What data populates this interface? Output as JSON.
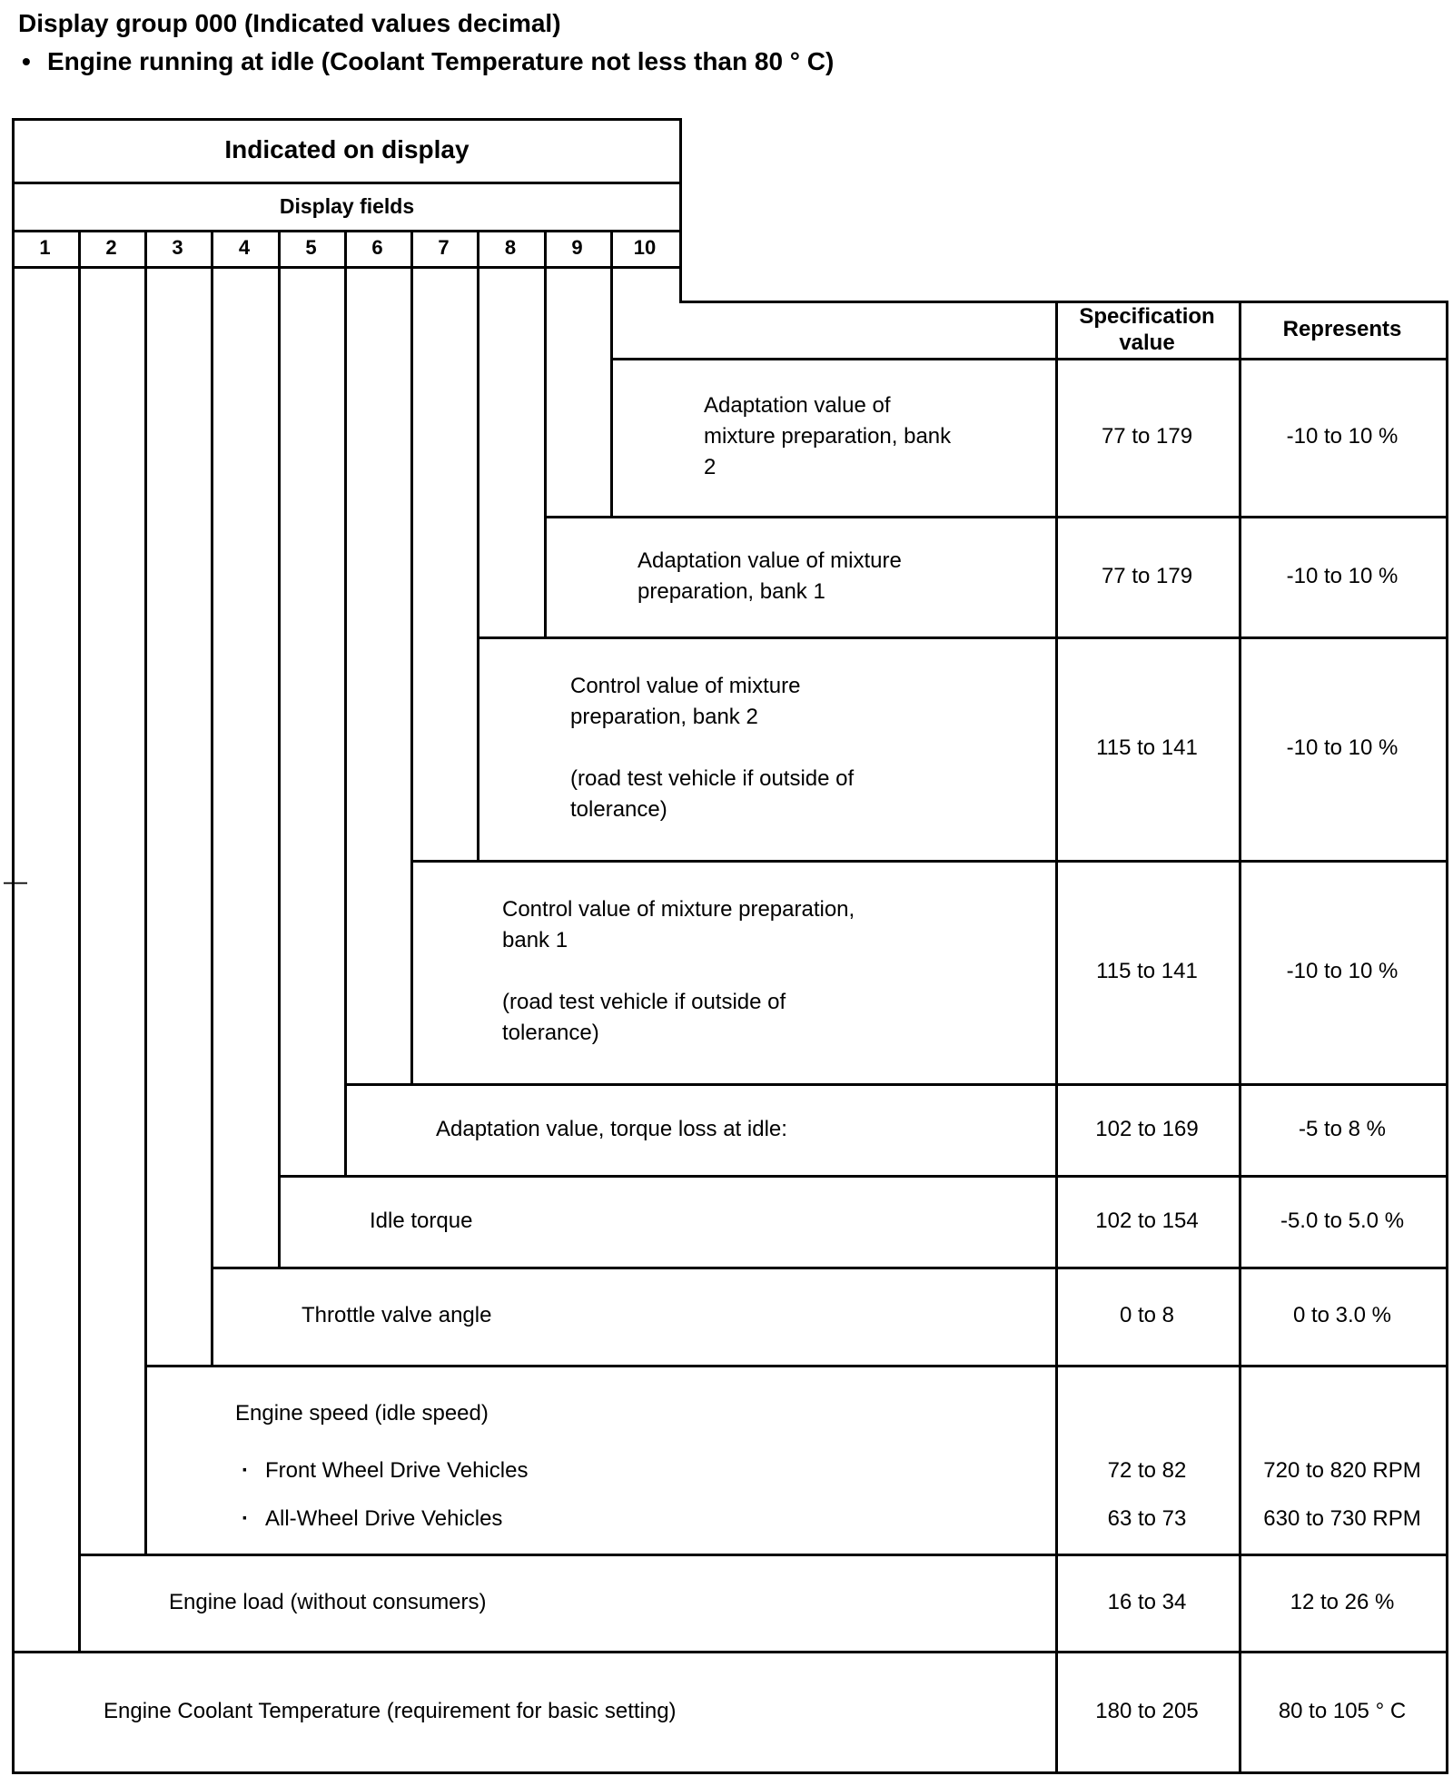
{
  "page": {
    "title": "Display group 000 (Indicated values decimal)",
    "condition_bullet": "•",
    "condition_text": "Engine running at idle (Coolant Temperature not less than 80 ° C)",
    "margin_dash": "—"
  },
  "table": {
    "indicated_on_display": "Indicated on display",
    "display_fields": "Display fields",
    "field_numbers": [
      "1",
      "2",
      "3",
      "4",
      "5",
      "6",
      "7",
      "8",
      "9",
      "10"
    ],
    "spec_header": "Specification\nvalue",
    "represents_header": "Represents",
    "rows": [
      {
        "field": "10",
        "description": "Adaptation value of\nmixture preparation, bank\n2",
        "spec": "77 to 179",
        "represents": "-10 to 10 %"
      },
      {
        "field": "9",
        "description": "Adaptation value of mixture\npreparation, bank 1",
        "spec": "77 to 179",
        "represents": "-10 to 10 %"
      },
      {
        "field": "8",
        "description": "Control value of mixture\npreparation, bank 2\n\n(road test vehicle if outside of\ntolerance)",
        "spec": "115 to 141",
        "represents": "-10 to 10 %"
      },
      {
        "field": "7",
        "description": "Control value of mixture preparation,\nbank 1\n\n(road test vehicle if outside of\ntolerance)",
        "spec": "115 to 141",
        "represents": "-10 to 10 %"
      },
      {
        "field": "6",
        "description": "Adaptation value, torque loss at idle:",
        "spec": "102 to 169",
        "represents": "-5 to 8 %"
      },
      {
        "field": "5",
        "description": "Idle torque",
        "spec": "102 to 154",
        "represents": "-5.0 to 5.0 %"
      },
      {
        "field": "4",
        "description": "Throttle valve angle",
        "spec": "0 to 8",
        "represents": "0 to 3.0 %"
      },
      {
        "field": "3",
        "heading": "Engine speed (idle speed)",
        "sub_rows": [
          {
            "bullet": "·",
            "label": "Front Wheel Drive Vehicles",
            "spec": "72 to 82",
            "represents": "720 to 820 RPM"
          },
          {
            "bullet": "·",
            "label": "All-Wheel Drive Vehicles",
            "spec": "63 to 73",
            "represents": "630 to 730 RPM"
          }
        ]
      },
      {
        "field": "2",
        "description": "Engine load (without consumers)",
        "spec": "16 to 34",
        "represents": "12 to 26 %"
      },
      {
        "field": "1",
        "description": "Engine Coolant Temperature (requirement for basic setting)",
        "spec": "180 to 205",
        "represents": "80 to 105 ° C"
      }
    ]
  }
}
